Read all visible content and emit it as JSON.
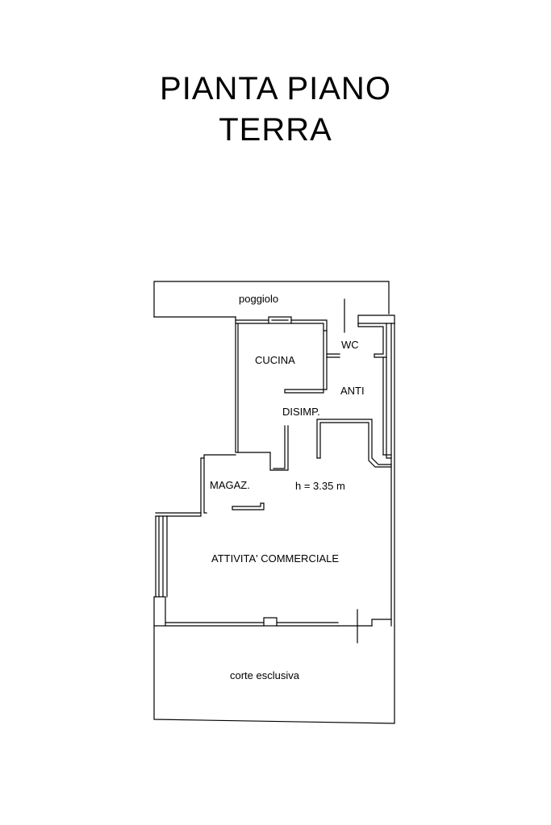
{
  "title": {
    "line1": "PIANTA PIANO",
    "line2": "TERRA"
  },
  "rooms": {
    "poggiolo": "poggiolo",
    "wc": "WC",
    "cucina": "CUCINA",
    "anti": "ANTI",
    "disimp": "DISIMP.",
    "magaz": "MAGAZ.",
    "height": "h = 3.35 m",
    "attivita": "ATTIVITA' COMMERCIALE",
    "corte": "corte esclusiva"
  },
  "colors": {
    "line": "#000000",
    "background": "#ffffff"
  }
}
